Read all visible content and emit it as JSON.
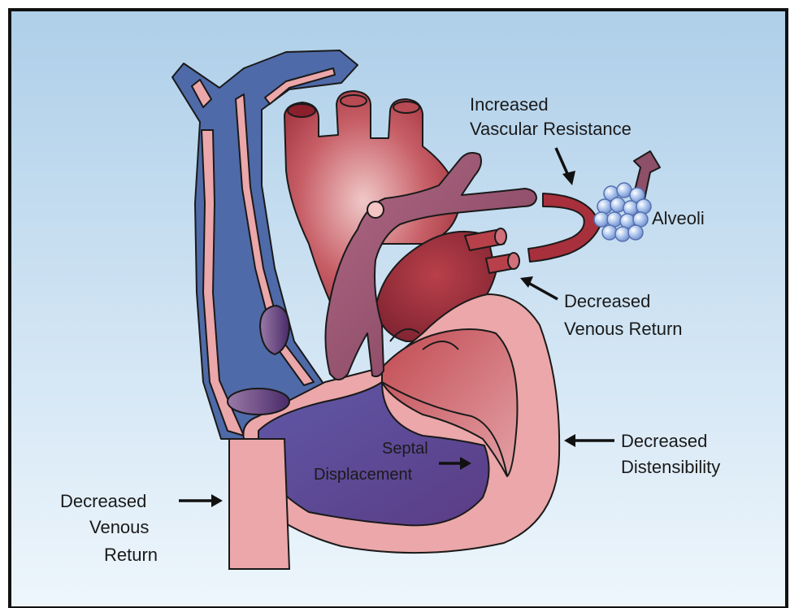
{
  "labels": {
    "increased_vascular_resistance": [
      "Increased",
      "Vascular Resistance"
    ],
    "alveoli": "Alveoli",
    "decreased_venous_return_right": [
      "Decreased",
      "Venous Return"
    ],
    "decreased_distensibility": [
      "Decreased",
      "Distensibility"
    ],
    "septal_displacement": [
      "Septal",
      "Displacement"
    ],
    "decreased_venous_return_left": [
      "Decreased",
      "Venous",
      "Return"
    ]
  },
  "colors": {
    "background_top": "#aecfe9",
    "background_bottom": "#eef6fc",
    "vein_blue": "#4f6aa8",
    "vein_blue_dark": "#3c5592",
    "artery_red": "#a8303c",
    "artery_red_light": "#d8848a",
    "heart_pink": "#eba7a9",
    "heart_pink_light": "#f5c4c4",
    "right_ventricle_purple": "#5a4a94",
    "pulmonary_mauve": "#8e4f68",
    "alveoli_blue": "#a9c4ec",
    "outline": "#1a1a1a"
  }
}
